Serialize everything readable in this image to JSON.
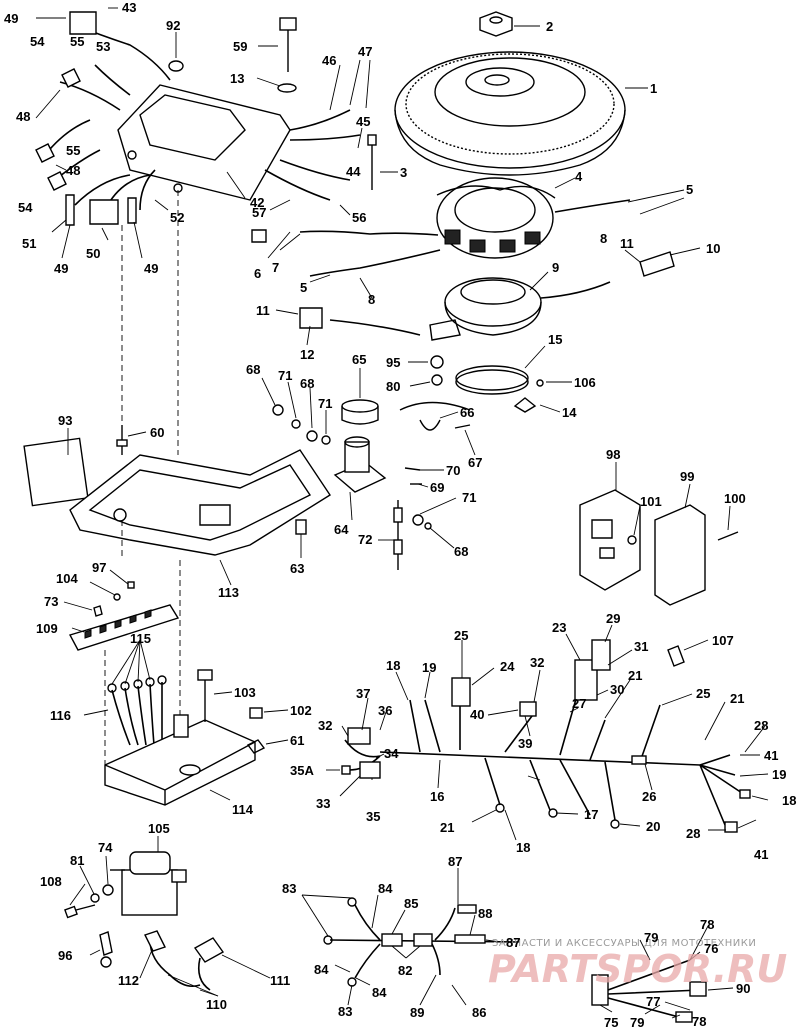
{
  "watermark": {
    "caption": "ЗАПЧАСТИ И АКСЕССУАРЫ ДЛЯ МОТОТЕХНИКИ",
    "brand": "PARTSPOR.RU"
  },
  "callouts": [
    {
      "id": "c-49a",
      "text": "49"
    },
    {
      "id": "c-43",
      "text": "43"
    },
    {
      "id": "c-92",
      "text": "92"
    },
    {
      "id": "c-59",
      "text": "59"
    },
    {
      "id": "c-2",
      "text": "2"
    },
    {
      "id": "c-54a",
      "text": "54"
    },
    {
      "id": "c-55a",
      "text": "55"
    },
    {
      "id": "c-53",
      "text": "53"
    },
    {
      "id": "c-13",
      "text": "13"
    },
    {
      "id": "c-46",
      "text": "46"
    },
    {
      "id": "c-47",
      "text": "47"
    },
    {
      "id": "c-1",
      "text": "1"
    },
    {
      "id": "c-48a",
      "text": "48"
    },
    {
      "id": "c-45",
      "text": "45"
    },
    {
      "id": "c-55b",
      "text": "55"
    },
    {
      "id": "c-48b",
      "text": "48"
    },
    {
      "id": "c-44",
      "text": "44"
    },
    {
      "id": "c-3",
      "text": "3"
    },
    {
      "id": "c-4",
      "text": "4"
    },
    {
      "id": "c-54b",
      "text": "54"
    },
    {
      "id": "c-42",
      "text": "42"
    },
    {
      "id": "c-5a",
      "text": "5"
    },
    {
      "id": "c-52",
      "text": "52"
    },
    {
      "id": "c-57",
      "text": "57"
    },
    {
      "id": "c-56",
      "text": "56"
    },
    {
      "id": "c-51",
      "text": "51"
    },
    {
      "id": "c-8a",
      "text": "8"
    },
    {
      "id": "c-11a",
      "text": "11"
    },
    {
      "id": "c-50",
      "text": "50"
    },
    {
      "id": "c-7",
      "text": "7"
    },
    {
      "id": "c-10",
      "text": "10"
    },
    {
      "id": "c-49b",
      "text": "49"
    },
    {
      "id": "c-49c",
      "text": "49"
    },
    {
      "id": "c-6",
      "text": "6"
    },
    {
      "id": "c-9",
      "text": "9"
    },
    {
      "id": "c-5b",
      "text": "5"
    },
    {
      "id": "c-8b",
      "text": "8"
    },
    {
      "id": "c-11b",
      "text": "11"
    },
    {
      "id": "c-12",
      "text": "12"
    },
    {
      "id": "c-65",
      "text": "65"
    },
    {
      "id": "c-15",
      "text": "15"
    },
    {
      "id": "c-68a",
      "text": "68"
    },
    {
      "id": "c-95",
      "text": "95"
    },
    {
      "id": "c-71a",
      "text": "71"
    },
    {
      "id": "c-68b",
      "text": "68"
    },
    {
      "id": "c-80",
      "text": "80"
    },
    {
      "id": "c-106",
      "text": "106"
    },
    {
      "id": "c-71b",
      "text": "71"
    },
    {
      "id": "c-66",
      "text": "66"
    },
    {
      "id": "c-14",
      "text": "14"
    },
    {
      "id": "c-93",
      "text": "93"
    },
    {
      "id": "c-60",
      "text": "60"
    },
    {
      "id": "c-67",
      "text": "67"
    },
    {
      "id": "c-98",
      "text": "98"
    },
    {
      "id": "c-70",
      "text": "70"
    },
    {
      "id": "c-99",
      "text": "99"
    },
    {
      "id": "c-69",
      "text": "69"
    },
    {
      "id": "c-71c",
      "text": "71"
    },
    {
      "id": "c-101",
      "text": "101"
    },
    {
      "id": "c-100",
      "text": "100"
    },
    {
      "id": "c-64",
      "text": "64"
    },
    {
      "id": "c-72",
      "text": "72"
    },
    {
      "id": "c-68c",
      "text": "68"
    },
    {
      "id": "c-63",
      "text": "63"
    },
    {
      "id": "c-97",
      "text": "97"
    },
    {
      "id": "c-113",
      "text": "113"
    },
    {
      "id": "c-104",
      "text": "104"
    },
    {
      "id": "c-73",
      "text": "73"
    },
    {
      "id": "c-109",
      "text": "109"
    },
    {
      "id": "c-115",
      "text": "115"
    },
    {
      "id": "c-29",
      "text": "29"
    },
    {
      "id": "c-23",
      "text": "23"
    },
    {
      "id": "c-25a",
      "text": "25"
    },
    {
      "id": "c-107",
      "text": "107"
    },
    {
      "id": "c-31",
      "text": "31"
    },
    {
      "id": "c-32a",
      "text": "32"
    },
    {
      "id": "c-18a",
      "text": "18"
    },
    {
      "id": "c-19a",
      "text": "19"
    },
    {
      "id": "c-24",
      "text": "24"
    },
    {
      "id": "c-30",
      "text": "30"
    },
    {
      "id": "c-21a",
      "text": "21"
    },
    {
      "id": "c-25b",
      "text": "25"
    },
    {
      "id": "c-21b",
      "text": "21"
    },
    {
      "id": "c-37",
      "text": "37"
    },
    {
      "id": "c-103",
      "text": "103"
    },
    {
      "id": "c-27",
      "text": "27"
    },
    {
      "id": "c-36",
      "text": "36"
    },
    {
      "id": "c-40",
      "text": "40"
    },
    {
      "id": "c-116",
      "text": "116"
    },
    {
      "id": "c-102",
      "text": "102"
    },
    {
      "id": "c-28a",
      "text": "28"
    },
    {
      "id": "c-32b",
      "text": "32"
    },
    {
      "id": "c-39",
      "text": "39"
    },
    {
      "id": "c-61",
      "text": "61"
    },
    {
      "id": "c-41a",
      "text": "41"
    },
    {
      "id": "c-34",
      "text": "34"
    },
    {
      "id": "c-35A",
      "text": "35A"
    },
    {
      "id": "c-19b",
      "text": "19"
    },
    {
      "id": "c-16",
      "text": "16"
    },
    {
      "id": "c-26",
      "text": "26"
    },
    {
      "id": "c-18b",
      "text": "18"
    },
    {
      "id": "c-33",
      "text": "33"
    },
    {
      "id": "c-35",
      "text": "35"
    },
    {
      "id": "c-114",
      "text": "114"
    },
    {
      "id": "c-17",
      "text": "17"
    },
    {
      "id": "c-21c",
      "text": "21"
    },
    {
      "id": "c-20",
      "text": "20"
    },
    {
      "id": "c-28b",
      "text": "28"
    },
    {
      "id": "c-18c",
      "text": "18"
    },
    {
      "id": "c-41b",
      "text": "41"
    },
    {
      "id": "c-105",
      "text": "105"
    },
    {
      "id": "c-74",
      "text": "74"
    },
    {
      "id": "c-81",
      "text": "81"
    },
    {
      "id": "c-87a",
      "text": "87"
    },
    {
      "id": "c-108",
      "text": "108"
    },
    {
      "id": "c-83a",
      "text": "83"
    },
    {
      "id": "c-84a",
      "text": "84"
    },
    {
      "id": "c-85",
      "text": "85"
    },
    {
      "id": "c-88",
      "text": "88"
    },
    {
      "id": "c-78a",
      "text": "78"
    },
    {
      "id": "c-87b",
      "text": "87"
    },
    {
      "id": "c-79a",
      "text": "79"
    },
    {
      "id": "c-76",
      "text": "76"
    },
    {
      "id": "c-96",
      "text": "96"
    },
    {
      "id": "c-82",
      "text": "82"
    },
    {
      "id": "c-84b",
      "text": "84"
    },
    {
      "id": "c-112",
      "text": "112"
    },
    {
      "id": "c-111",
      "text": "111"
    },
    {
      "id": "c-90",
      "text": "90"
    },
    {
      "id": "c-84c",
      "text": "84"
    },
    {
      "id": "c-77",
      "text": "77"
    },
    {
      "id": "c-110",
      "text": "110"
    },
    {
      "id": "c-83b",
      "text": "83"
    },
    {
      "id": "c-89",
      "text": "89"
    },
    {
      "id": "c-86",
      "text": "86"
    },
    {
      "id": "c-75",
      "text": "75"
    },
    {
      "id": "c-79b",
      "text": "79"
    },
    {
      "id": "c-78b",
      "text": "78"
    }
  ]
}
